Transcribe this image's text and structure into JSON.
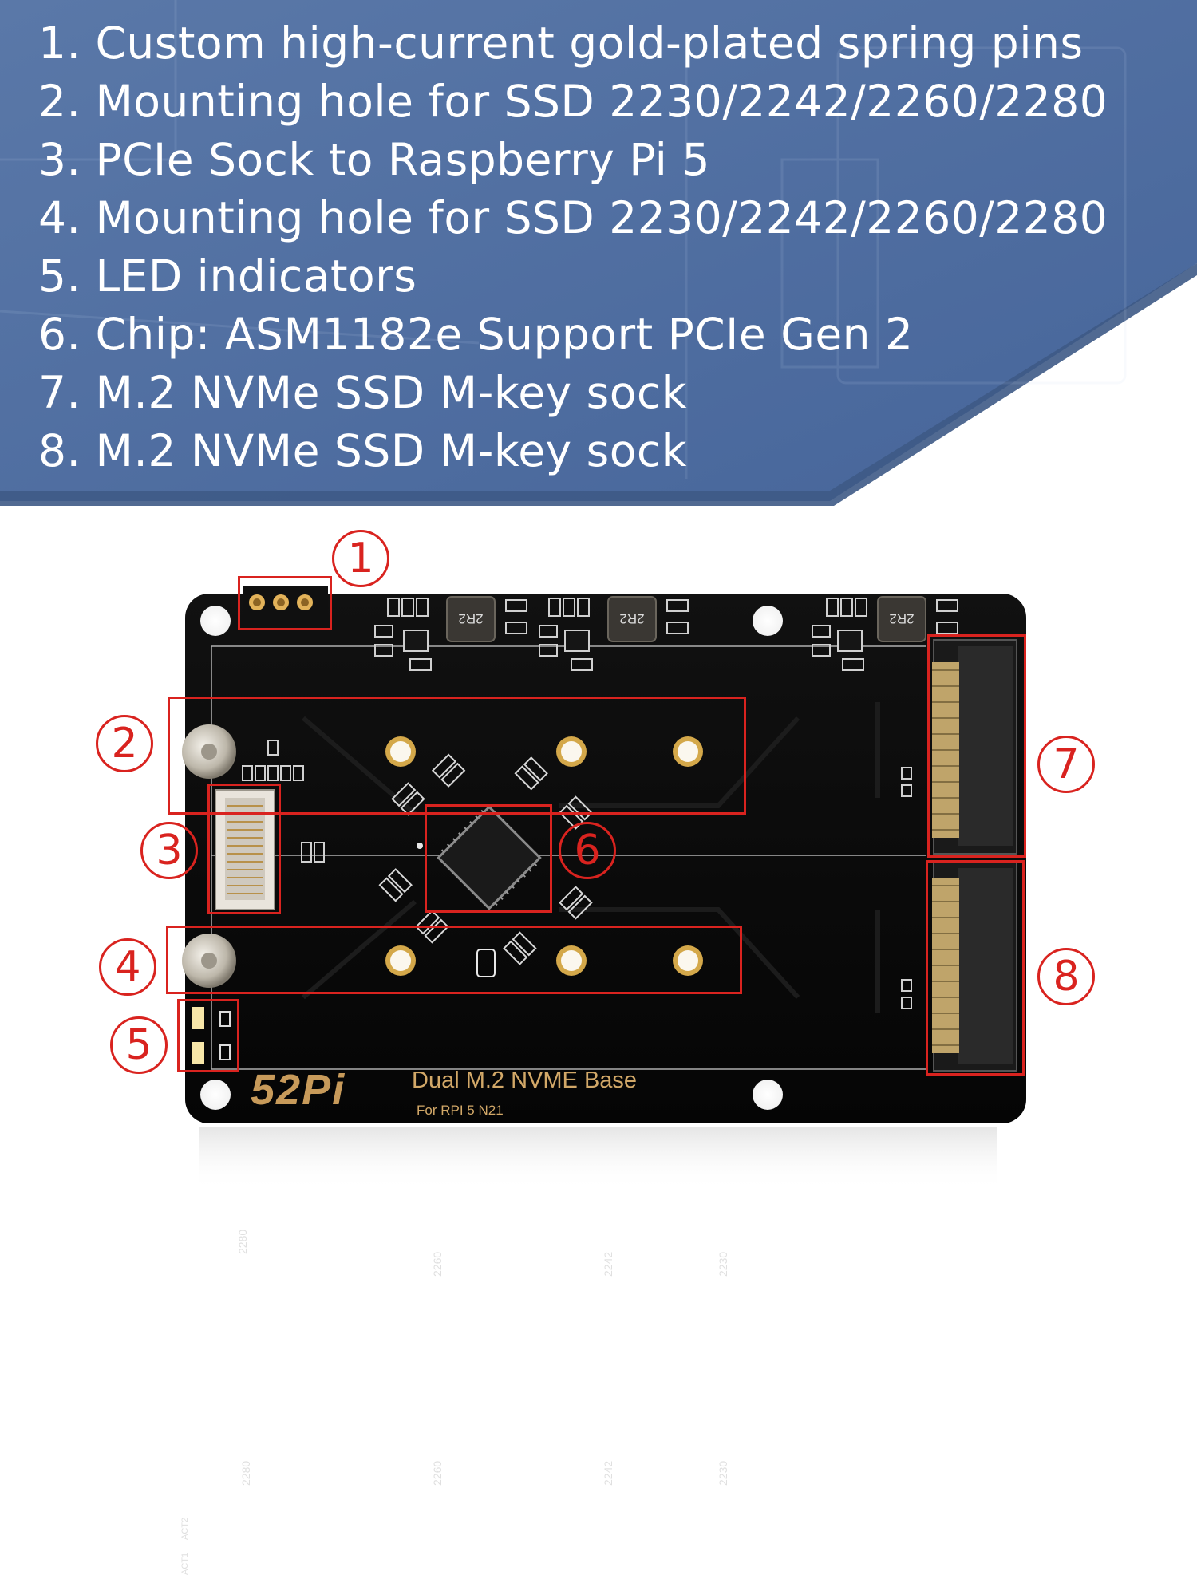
{
  "features": [
    "1. Custom high-current gold-plated spring pins",
    "2. Mounting hole for SSD 2230/2242/2260/2280",
    "3. PCIe Sock to Raspberry Pi 5",
    "4. Mounting hole for SSD 2230/2242/2260/2280",
    "5. LED indicators",
    "6. Chip: ASM1182e Support PCIe Gen 2",
    "7. M.2 NVMe SSD M-key sock",
    "8. M.2 NVMe SSD M-key sock"
  ],
  "callouts": [
    "1",
    "2",
    "3",
    "4",
    "5",
    "6",
    "7",
    "8"
  ],
  "board": {
    "brand": "52Pi",
    "product": "Dual M.2 NVME Base",
    "subtitle": "For RPI 5 N21",
    "inductor_label": "2R2",
    "hole_labels": [
      "2280",
      "2260",
      "2242",
      "2230"
    ],
    "led_labels": [
      "ACT2",
      "ACT1"
    ]
  },
  "colors": {
    "banner": "#4e6d9c",
    "banner_dark": "#3e5a86",
    "pcb": "#0c0c0c",
    "highlight": "#d9231f",
    "gold": "#d4a84a"
  }
}
